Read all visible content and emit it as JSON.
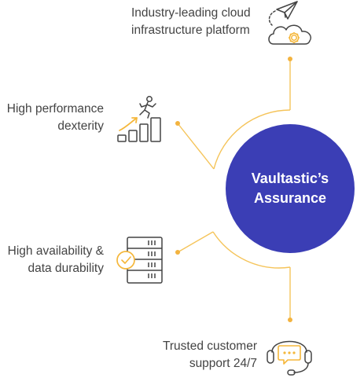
{
  "colors": {
    "center_fill": "#3b3eb5",
    "accent_line": "#f5c45a",
    "accent_dot": "#f3b33f",
    "icon_stroke": "#444444",
    "icon_accent": "#f5b73b",
    "text": "#444444"
  },
  "center": {
    "line1": "Vaultastic’s",
    "line2": "Assurance"
  },
  "items": [
    {
      "line1": "Industry-leading cloud",
      "line2": "infrastructure platform",
      "icon": "cloud-gear-icon"
    },
    {
      "line1": "High performance",
      "line2": "dexterity",
      "icon": "climbing-steps-icon"
    },
    {
      "line1": "High availability &",
      "line2": "data durability",
      "icon": "server-check-icon"
    },
    {
      "line1": "Trusted customer",
      "line2": "support 24/7",
      "icon": "headset-chat-icon"
    }
  ]
}
